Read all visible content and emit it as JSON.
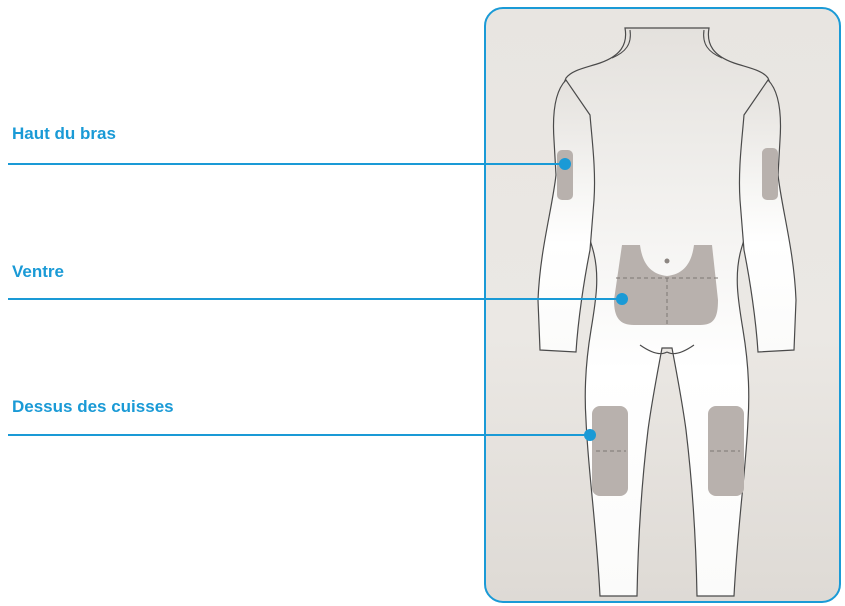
{
  "labels": {
    "upper_arm": "Haut du bras",
    "abdomen": "Ventre",
    "thighs": "Dessus des cuisses"
  },
  "colors": {
    "accent": "#1a9ad6",
    "panel_background": "#e6e3df",
    "body_fill": "#fafafa",
    "body_outline": "#4a4a4a",
    "injection_zone": "#b8b1ad"
  }
}
